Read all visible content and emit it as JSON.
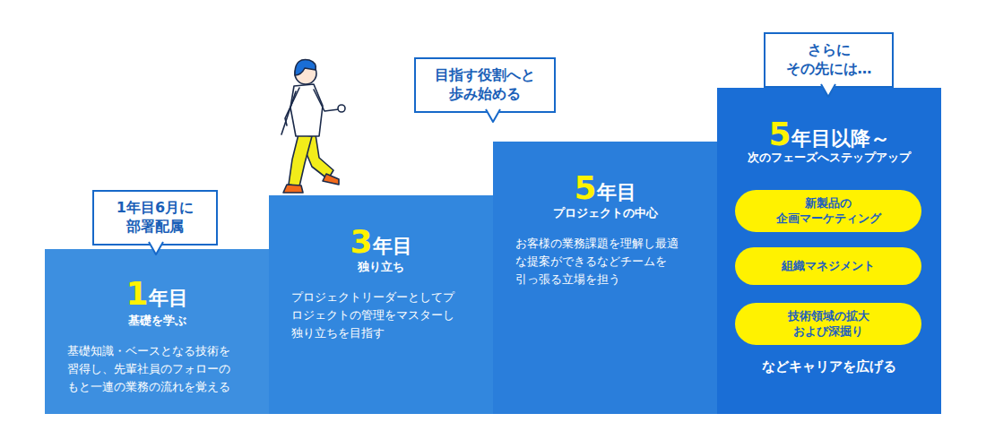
{
  "diagram": {
    "nodes": [
      {
        "text": [
          "1年目6月に 部署配属"
        ]
      },
      {
        "text": [
          "1年目",
          "基礎を学ぶ",
          "基礎知識・ベースとなる技術を 習得し、先輩社員のフォローの もと一連の業務の流れを覚える"
        ]
      },
      {
        "text": [
          "3年目",
          "独り立ち",
          "プロジェクトリーダーとしてプ ロジェクトの管理をマスターし 独り立ちを目指す"
        ]
      },
      {
        "text": [
          "目指す役割へと 歩み始める"
        ]
      },
      {
        "text": [
          "5年目",
          "プロジェクトの中心",
          "お客様の業務課題を理解し最適 な提案ができるなどチームを 引っ張る立場を担う"
        ]
      },
      {
        "text": [
          "さらに その先には…"
        ]
      },
      {
        "text": [
          "5年目以降～",
          "次のフェーズへステップアップ",
          "などキャリアを広げる"
        ]
      },
      {
        "text": [
          "新製品の 企画マーケティング"
        ],
        "in": 6
      },
      {
        "text": [
          "組織マネジメント"
        ],
        "in": 6
      },
      {
        "text": [
          "技術領域の拡大 および深掘り"
        ],
        "in": 6
      }
    ]
  }
}
